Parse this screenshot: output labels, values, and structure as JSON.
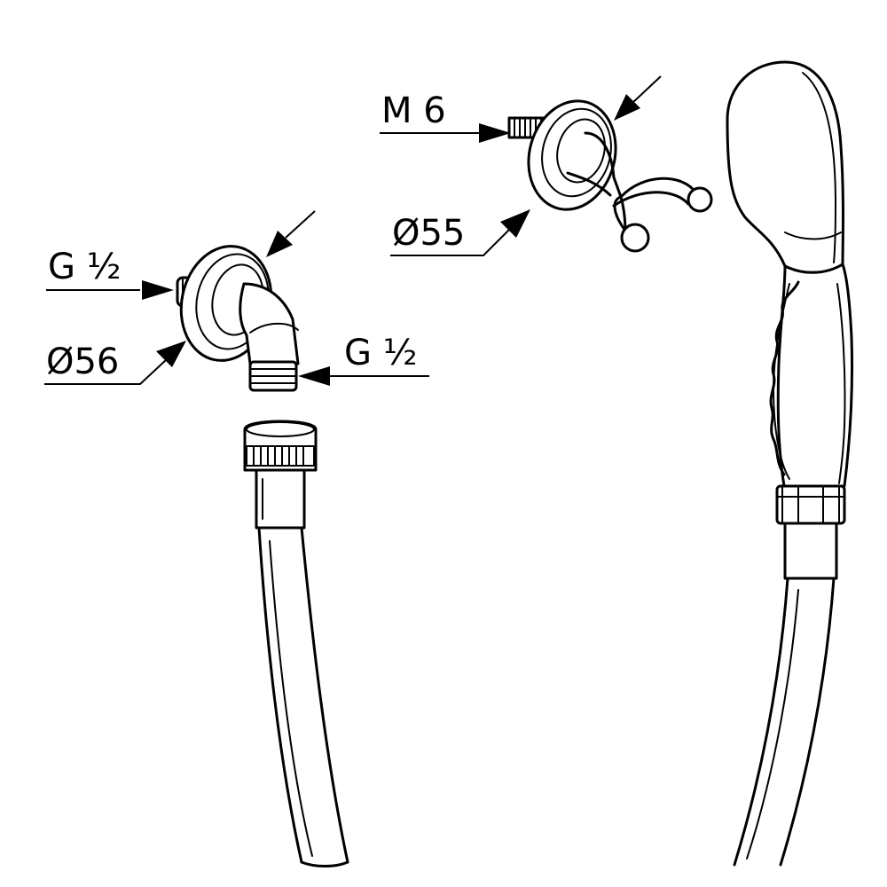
{
  "labels": {
    "m6": "M 6",
    "d55": "Ø55",
    "g12_top": "G ½",
    "d56": "Ø56",
    "g12_right": "G ½"
  },
  "colors": {
    "line": "#000000",
    "background": "#ffffff"
  }
}
